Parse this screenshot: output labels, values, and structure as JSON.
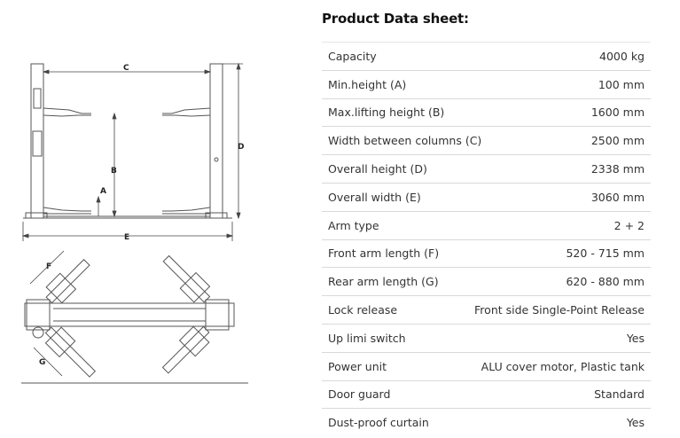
{
  "sheet": {
    "title": "Product Data sheet:",
    "rows": [
      {
        "label": "Capacity",
        "value": "4000 kg"
      },
      {
        "label": "Min.height (A)",
        "value": "100 mm"
      },
      {
        "label": "Max.lifting height (B)",
        "value": "1600 mm"
      },
      {
        "label": "Width between columns (C)",
        "value": "2500 mm"
      },
      {
        "label": "Overall height (D)",
        "value": "2338 mm"
      },
      {
        "label": "Overall width (E)",
        "value": "3060 mm"
      },
      {
        "label": "Arm type",
        "value": "2 + 2"
      },
      {
        "label": "Front arm length (F)",
        "value": "520 - 715 mm"
      },
      {
        "label": "Rear arm length (G)",
        "value": "620 - 880 mm"
      },
      {
        "label": "Lock release",
        "value": "Front side Single-Point Release"
      },
      {
        "label": "Up limi switch",
        "value": "Yes"
      },
      {
        "label": "Power unit",
        "value": "ALU cover motor, Plastic tank"
      },
      {
        "label": "Door guard",
        "value": "Standard"
      },
      {
        "label": "Dust-proof curtain",
        "value": "Yes"
      }
    ]
  },
  "diagram": {
    "dim_labels": {
      "a": "A",
      "b": "B",
      "c": "C",
      "d": "D",
      "e": "E",
      "f": "F",
      "g": "G"
    }
  }
}
